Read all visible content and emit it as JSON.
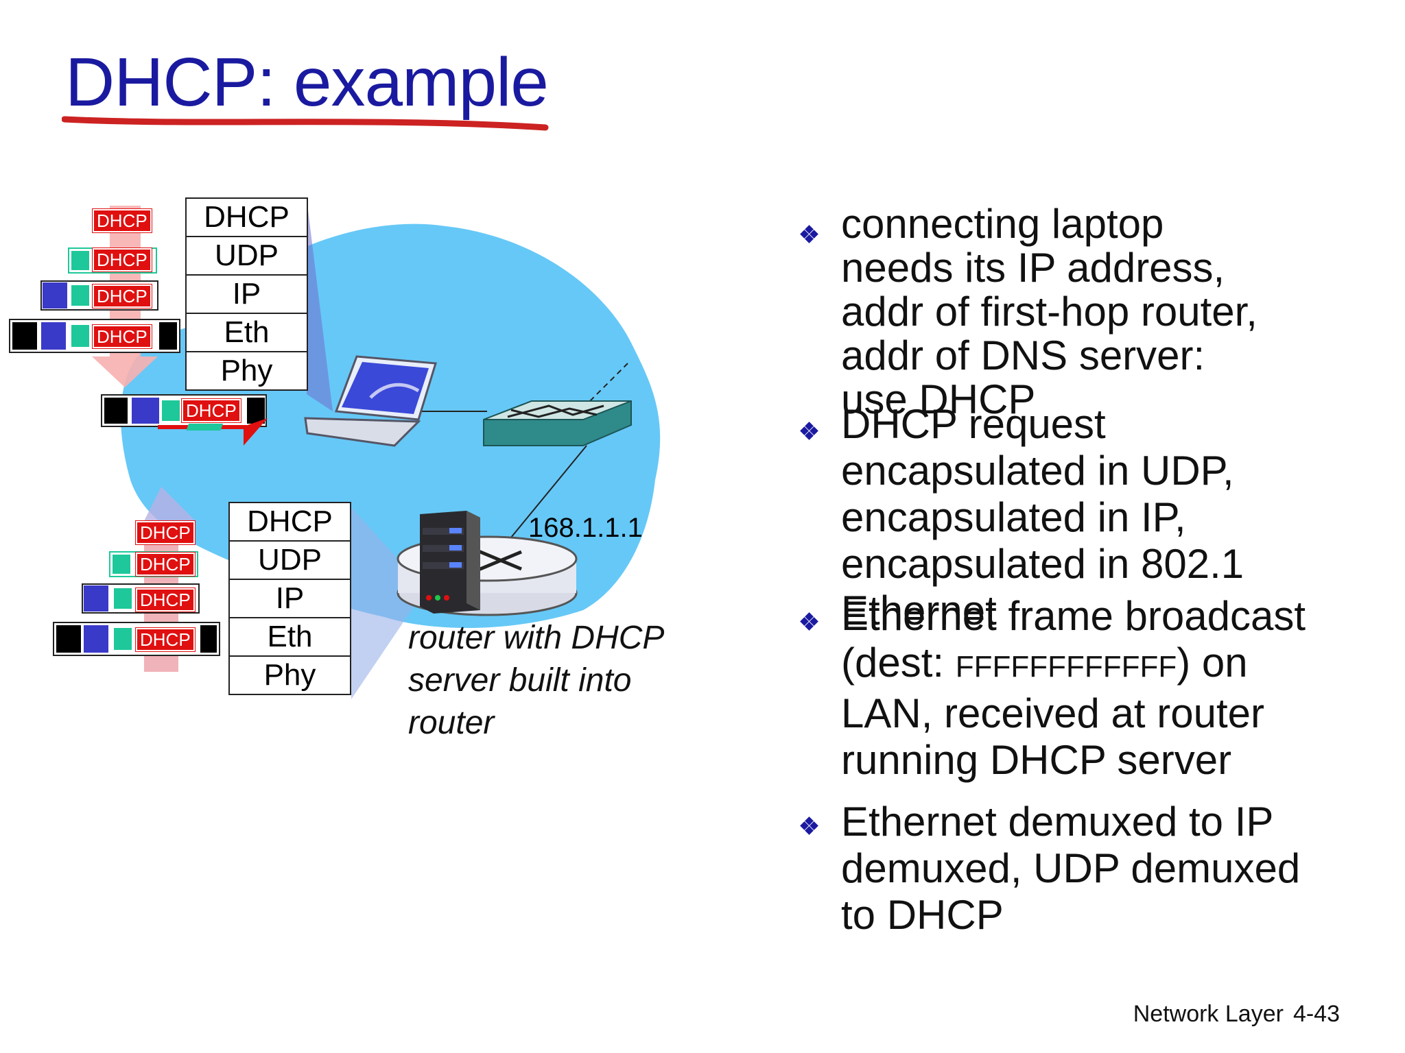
{
  "title": "DHCP: example",
  "colors": {
    "title": "#1a1aa0",
    "underline": "#cc2222",
    "cloud": "#66c8f7",
    "packet_red": "#e01010",
    "bullet_mark": "#1a1aa0"
  },
  "client_stack": [
    "DHCP",
    "UDP",
    "IP",
    "Eth",
    "Phy"
  ],
  "server_stack": [
    "DHCP",
    "UDP",
    "IP",
    "Eth",
    "Phy"
  ],
  "packet_label": "DHCP",
  "router_ip": "168.1.1.1",
  "router_caption": [
    "router with DHCP",
    "server built into",
    "router"
  ],
  "bullets": [
    {
      "lines": [
        "connecting laptop",
        "needs its IP address,",
        "addr of first-hop router,",
        "addr of DNS server:",
        "use DHCP"
      ]
    },
    {
      "lines": [
        "DHCP request",
        "encapsulated in UDP,",
        "encapsulated in IP,",
        "encapsulated in 802.1",
        "Ethernet"
      ]
    },
    {
      "line1": "Ethernet frame broadcast",
      "line2_pre": "(dest: ",
      "line2_mono": "FFFFFFFFFFFF",
      "line2_post": ") on",
      "line3": "LAN, received at router",
      "line4": "running DHCP server"
    },
    {
      "lines": [
        "Ethernet demuxed to IP",
        "demuxed, UDP demuxed",
        "to DHCP"
      ]
    }
  ],
  "footer": {
    "section": "Network Layer",
    "page": "4-43"
  }
}
